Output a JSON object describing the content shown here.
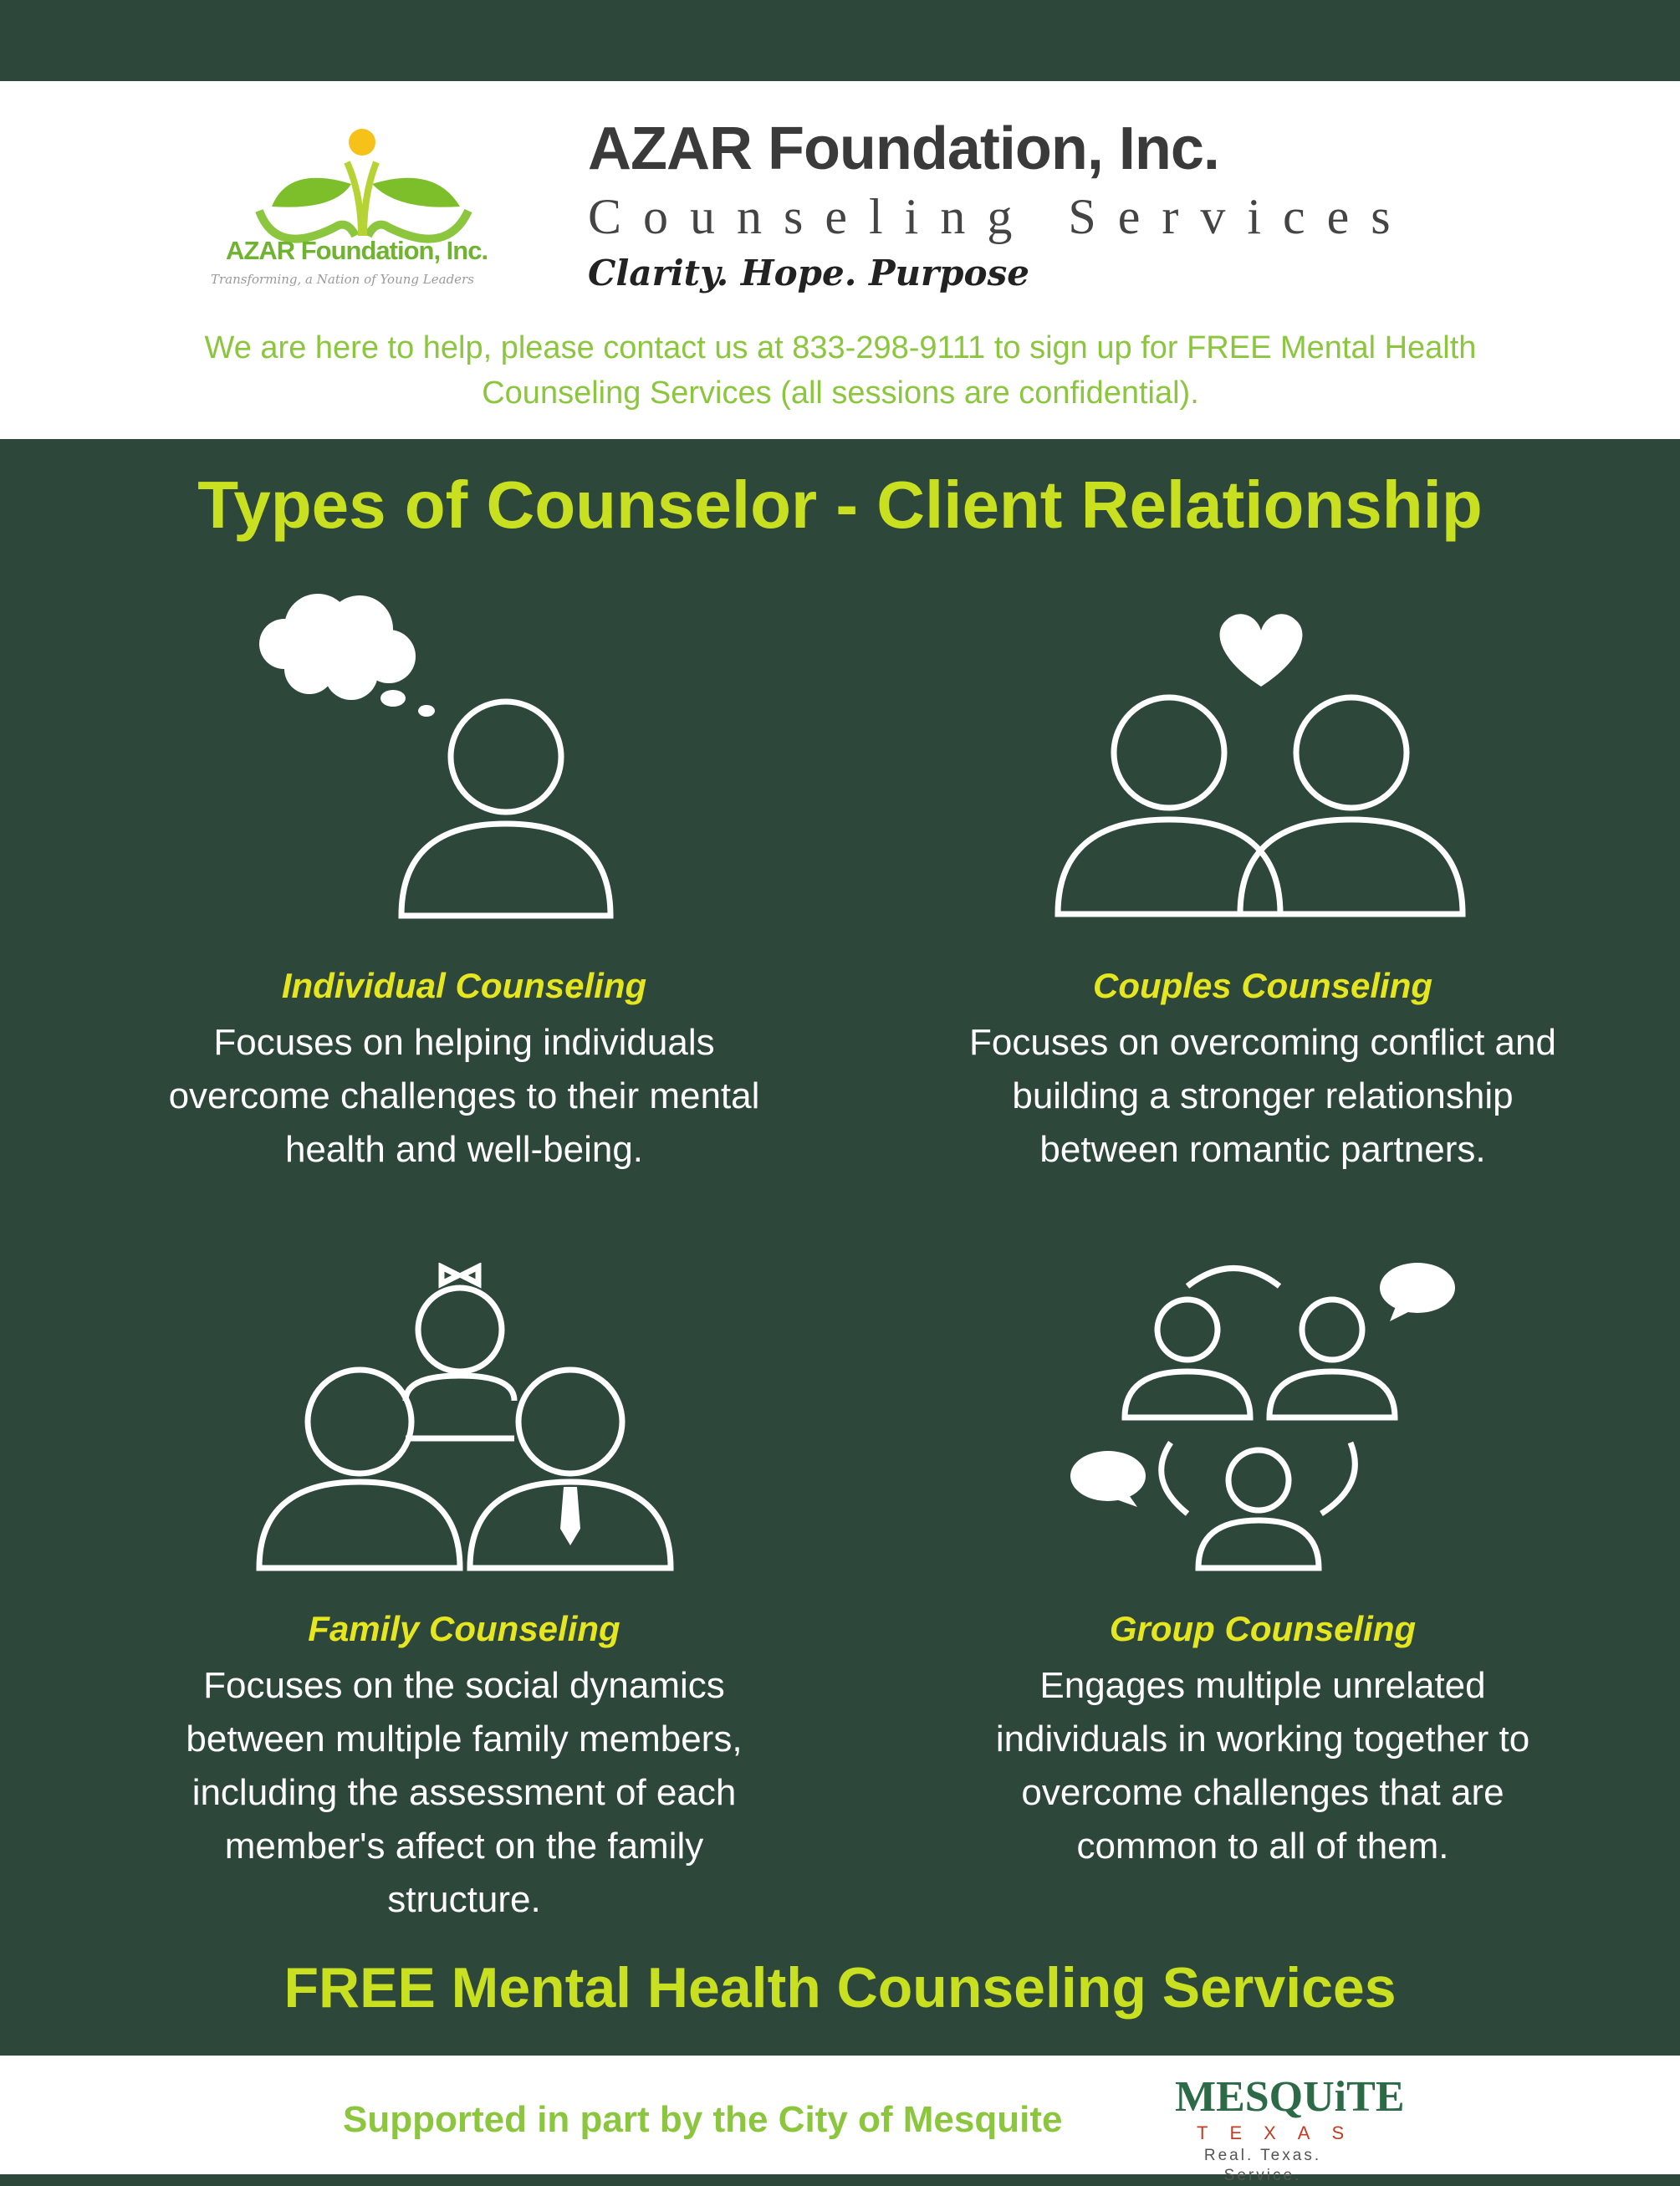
{
  "header": {
    "logo_name": "AZAR Foundation, Inc.",
    "logo_tagline": "Transforming, a Nation of Young Leaders",
    "org_name": "AZAR Foundation, Inc.",
    "org_subtitle": "Counseling Services",
    "tagline": "Clarity. Hope. Purpose",
    "contact_line1": "We are here to help, please contact us at 833-298-9111 to sign up for FREE Mental Health",
    "contact_line2": "Counseling Services (all sessions are confidential)."
  },
  "main_title": "Types of Counselor - Client Relationship",
  "cards": [
    {
      "title": "Individual Counseling",
      "lines": [
        "Focuses on helping individuals",
        "overcome challenges to their mental",
        "health and well-being."
      ],
      "icon": "thought-person-icon"
    },
    {
      "title": "Couples Counseling",
      "lines": [
        "Focuses on overcoming conflict and",
        "building a stronger relationship",
        "between romantic partners."
      ],
      "icon": "couple-heart-icon"
    },
    {
      "title": "Family Counseling",
      "lines": [
        "Focuses on the social dynamics",
        "between multiple family members,",
        "including the assessment of each",
        "member's affect on the family",
        "structure."
      ],
      "icon": "family-icon"
    },
    {
      "title": "Group Counseling",
      "lines": [
        "Engages multiple unrelated",
        "individuals in working together to",
        "overcome challenges that are",
        "common to all of them."
      ],
      "icon": "group-chat-icon"
    }
  ],
  "bottom_title": "FREE Mental Health Counseling Services",
  "footer": {
    "supported_text": "Supported in part by the City of Mesquite",
    "mesquite_name": "MESQUiTE",
    "mesquite_state": "TEXAS",
    "mesquite_tagline": "Real. Texas. Service."
  },
  "colors": {
    "background": "#2d473b",
    "accent_green": "#8cc63f",
    "title_lime": "#c8e020",
    "card_title_yellow": "#e6e61e"
  }
}
